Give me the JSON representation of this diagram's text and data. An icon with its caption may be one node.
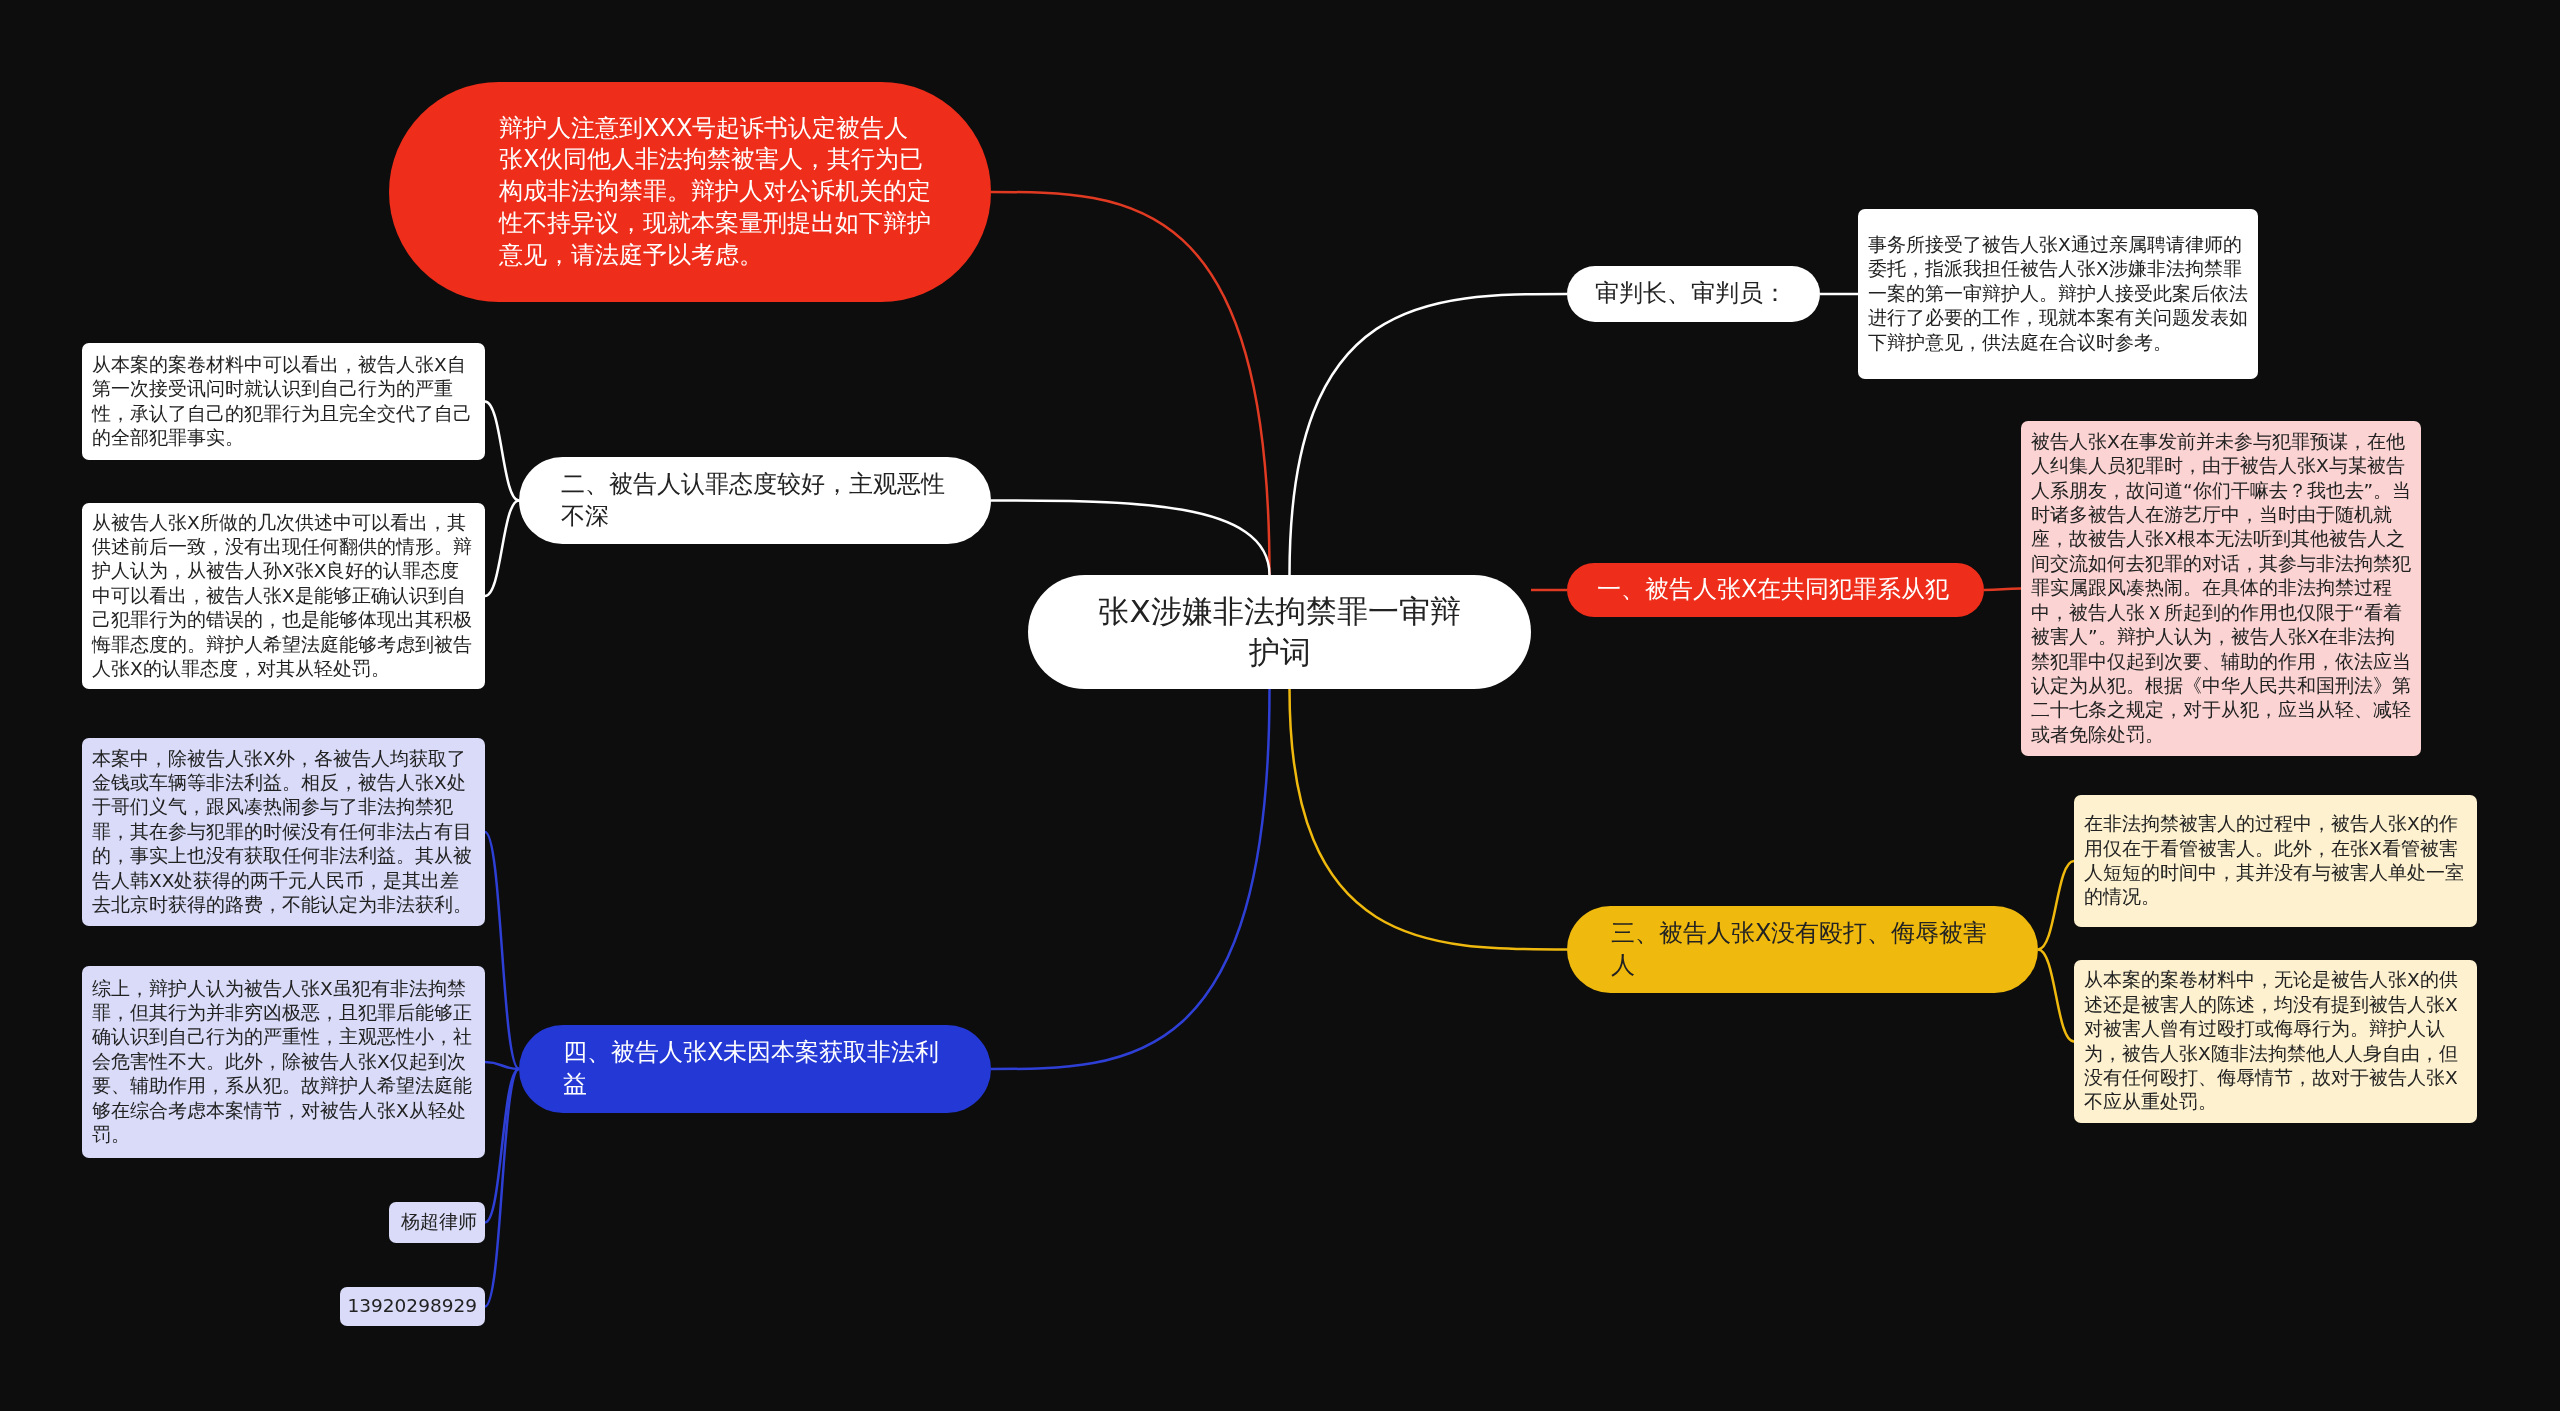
{
  "diagram": {
    "nodes": [
      {
        "text": [
          "张X涉嫌非法拘禁罪一审辩护词"
        ]
      },
      {
        "text": [
          "辩护人注意到XXX号起诉书认定被告人张X伙同他人非法拘禁被害人，其行为已构成非法拘禁罪。辩护人对公诉机关的定性不持异议，现就本案量刑提出如下辩护意见，请法庭予以考虑。"
        ]
      },
      {
        "text": [
          "审判长、审判员："
        ]
      },
      {
        "text": [
          "事务所接受了被告人张X通过亲属聘请律师的委托，指派我担任被告人张X涉嫌非法拘禁罪一案的第一审辩护人。辩护人接受此案后依法进行了必要的工作，现就本案有关问题发表如下辩护意见，供法庭在合议时参考。"
        ]
      },
      {
        "text": [
          "一、被告人张X在共同犯罪系从犯"
        ]
      },
      {
        "text": [
          "被告人张X在事发前并未参与犯罪预谋，在他人纠集人员犯罪时，由于被告人张X与某被告人系朋友，故问道“你们干嘛去？我也去”。当时诸多被告人在游艺厅中，当时由于随机就座，故被告人张X根本无法听到其他被告人之间交流如何去犯罪的对话，其参与非法拘禁犯罪实属跟风凑热闹。在具体的非法拘禁过程中，被告人张Ｘ所起到的作用也仅限于“看着被害人”。辩护人认为，被告人张X在非法拘禁犯罪中仅起到次要、辅助的作用，依法应当认定为从犯。根据《中华人民共和国刑法》第二十七条之规定，对于从犯，应当从轻、减轻或者免除处罚。"
        ]
      },
      {
        "text": [
          "二、被告人认罪态度较好，主观恶性不深"
        ]
      },
      {
        "text": [
          "从本案的案卷材料中可以看出，被告人张X自第一次接受讯问时就认识到自己行为的严重性，承认了自己的犯罪行为且完全交代了自己的全部犯罪事实。"
        ]
      },
      {
        "text": [
          "从被告人张X所做的几次供述中可以看出，其供述前后一致，没有出现任何翻供的情形。辩护人认为，从被告人孙X张X良好的认罪态度中可以看出，被告人张X是能够正确认识到自己犯罪行为的错误的，也是能够体现出其积极悔罪态度的。辩护人希望法庭能够考虑到被告人张X的认罪态度，对其从轻处罚。"
        ]
      },
      {
        "text": [
          "三、被告人张X没有殴打、侮辱被害人"
        ]
      },
      {
        "text": [
          "在非法拘禁被害人的过程中，被告人张X的作用仅在于看管被害人。此外，在张X看管被害人短短的时间中，其并没有与被害人单处一室的情况。"
        ]
      },
      {
        "text": [
          "从本案的案卷材料中，无论是被告人张X的供述还是被害人的陈述，均没有提到被告人张X对被害人曾有过殴打或侮辱行为。辩护人认为，被告人张X随非法拘禁他人人身自由，但没有任何殴打、侮辱情节，故对于被告人张X不应从重处罚。"
        ]
      },
      {
        "text": [
          "四、被告人张X未因本案获取非法利益"
        ]
      },
      {
        "text": [
          "本案中，除被告人张X外，各被告人均获取了金钱或车辆等非法利益。相反，被告人张X处于哥们义气，跟风凑热闹参与了非法拘禁犯罪，其在参与犯罪的时候没有任何非法占有目的，事实上也没有获取任何非法利益。其从被告人韩XX处获得的两千元人民币，是其出差去北京时获得的路费，不能认定为非法获利。"
        ]
      },
      {
        "text": [
          "综上，辩护人认为被告人张X虽犯有非法拘禁罪，但其行为并非穷凶极恶，且犯罪后能够正确认识到自己行为的严重性，主观恶性小，社会危害性不大。此外，除被告人张X仅起到次要、辅助作用，系从犯。故辩护人希望法庭能够在综合考虑本案情节，对被告人张X从轻处罚。"
        ]
      },
      {
        "text": [
          "杨超律师"
        ]
      },
      {
        "text": [
          "13920298929"
        ]
      }
    ],
    "edges": [
      {
        "from": 0,
        "to": 1,
        "arrow": "none",
        "color": "#e03a22"
      },
      {
        "from": 0,
        "to": 2,
        "arrow": "none",
        "color": "#ffffff"
      },
      {
        "from": 2,
        "to": 3,
        "arrow": "none",
        "color": "#ffffff"
      },
      {
        "from": 0,
        "to": 4,
        "arrow": "none",
        "color": "#e03a22"
      },
      {
        "from": 4,
        "to": 5,
        "arrow": "none",
        "color": "#e03a22"
      },
      {
        "from": 0,
        "to": 6,
        "arrow": "none",
        "color": "#ffffff"
      },
      {
        "from": 6,
        "to": 7,
        "arrow": "none",
        "color": "#ffffff"
      },
      {
        "from": 6,
        "to": 8,
        "arrow": "none",
        "color": "#ffffff"
      },
      {
        "from": 0,
        "to": 9,
        "arrow": "none",
        "color": "#f0b90e"
      },
      {
        "from": 9,
        "to": 10,
        "arrow": "none",
        "color": "#f0b90e"
      },
      {
        "from": 9,
        "to": 11,
        "arrow": "none",
        "color": "#f0b90e"
      },
      {
        "from": 0,
        "to": 12,
        "arrow": "none",
        "color": "#2e3fd6"
      },
      {
        "from": 12,
        "to": 13,
        "arrow": "none",
        "color": "#2e3fd6"
      },
      {
        "from": 12,
        "to": 14,
        "arrow": "none",
        "color": "#2e3fd6"
      },
      {
        "from": 12,
        "to": 15,
        "arrow": "none",
        "color": "#2e3fd6"
      },
      {
        "from": 12,
        "to": 16,
        "arrow": "none",
        "color": "#2e3fd6"
      }
    ]
  }
}
